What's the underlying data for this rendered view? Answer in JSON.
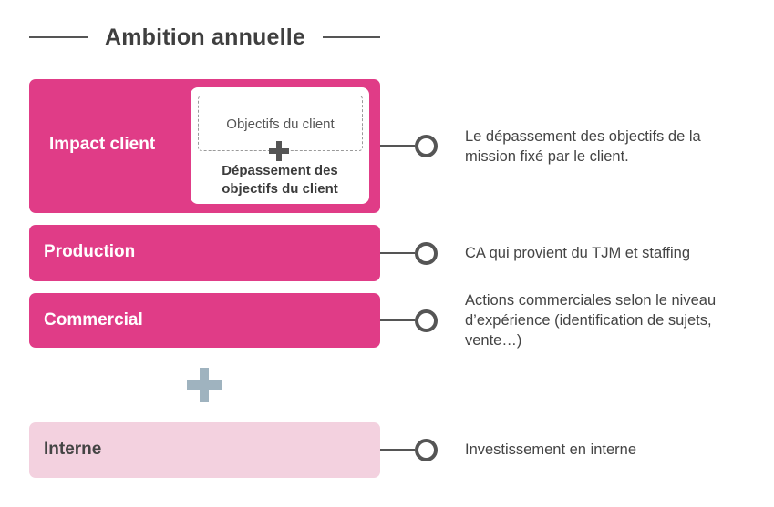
{
  "title": "Ambition annuelle",
  "colors": {
    "primary_pink": "#e03c87",
    "light_pink": "#f3d1df",
    "connector_gray": "#555555",
    "plus_gray": "#9fb3bf"
  },
  "rows": [
    {
      "label": "Impact client",
      "inner": {
        "dashed_text": "Objectifs du client",
        "bold_line1": "Dépassement des",
        "bold_line2": "objectifs du client"
      },
      "description_line1": "Le dépassement des objectifs de la",
      "description_line2": "mission fixé par le client."
    },
    {
      "label": "Production",
      "description_line1": "CA qui provient du TJM et staffing"
    },
    {
      "label": "Commercial",
      "description_line1": "Actions commerciales selon le niveau",
      "description_line2": "d’expérience (identification de sujets,",
      "description_line3": "vente…)"
    },
    {
      "label": "Interne",
      "description_line1": "Investissement en interne"
    }
  ],
  "icons": {
    "inner_plus": "plus-icon",
    "big_plus": "plus-icon",
    "connector": "ring-icon"
  }
}
